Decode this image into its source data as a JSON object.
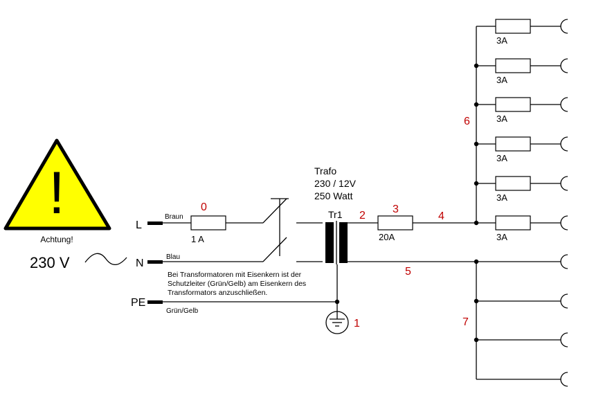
{
  "warning": {
    "exclamation": "!",
    "label": "Achtung!"
  },
  "supply": {
    "voltage": "230 V"
  },
  "terminals": {
    "L": "L",
    "N": "N",
    "PE": "PE"
  },
  "wire_colors": {
    "L": "Braun",
    "N": "Blau",
    "PE": "Grün/Gelb"
  },
  "transformer": {
    "title": "Trafo",
    "ratio": "230 / 12V",
    "power": "250 Watt",
    "ref": "Tr1"
  },
  "fuses": {
    "main": "1 A",
    "secondary": "20A",
    "branch": [
      "3A",
      "3A",
      "3A",
      "3A",
      "3A",
      "3A"
    ]
  },
  "note": [
    "Bei Transformatoren mit Eisenkern ist der",
    "Schutzleiter (Grün/Gelb) am Eisenkern des",
    "Transformators anzuschließen."
  ],
  "markers": [
    "0",
    "1",
    "2",
    "3",
    "4",
    "5",
    "6",
    "7"
  ],
  "colors": {
    "marker": "#c00000",
    "warning_fill": "#ffff00"
  }
}
